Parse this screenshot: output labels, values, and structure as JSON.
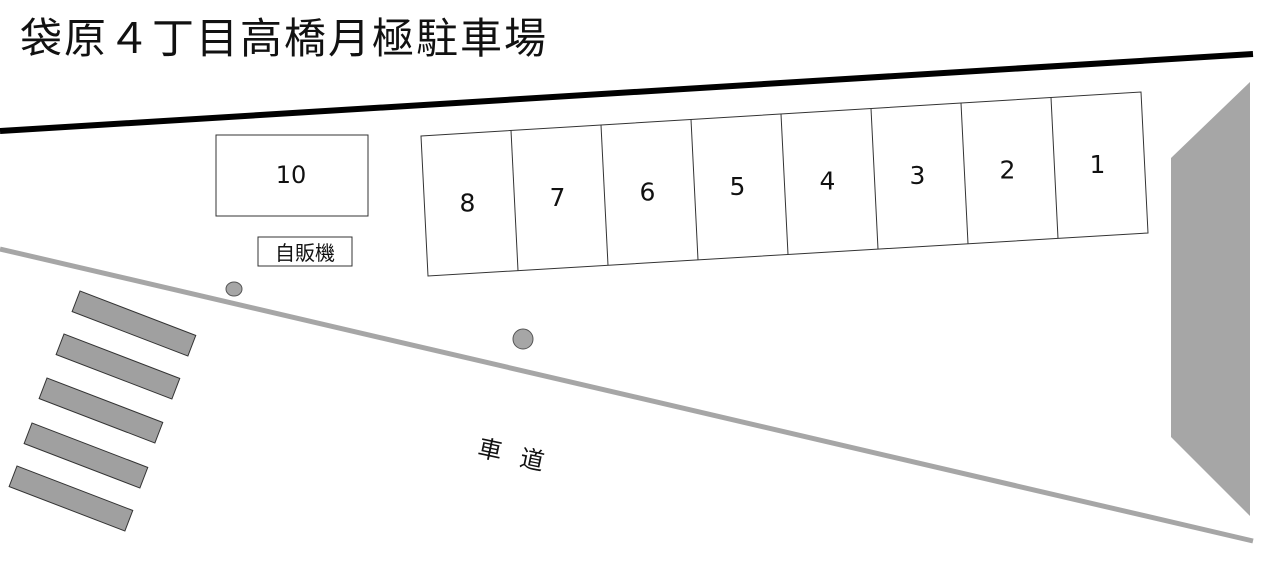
{
  "title": "袋原４丁目高橋月極駐車場",
  "parking": {
    "spaces": [
      {
        "number": "1"
      },
      {
        "number": "2"
      },
      {
        "number": "3"
      },
      {
        "number": "4"
      },
      {
        "number": "5"
      },
      {
        "number": "6"
      },
      {
        "number": "7"
      },
      {
        "number": "8"
      }
    ],
    "space_10": "10"
  },
  "vending_machine_label": "自販機",
  "road": {
    "char_1": "車",
    "char_2": "道"
  },
  "colors": {
    "boundary_line": "#000000",
    "road_edge": "#a6a6a6",
    "crosswalk": "#a0a0a0",
    "building": "#a6a6a6",
    "pole": "#a6a6a6",
    "outline": "#333333"
  }
}
